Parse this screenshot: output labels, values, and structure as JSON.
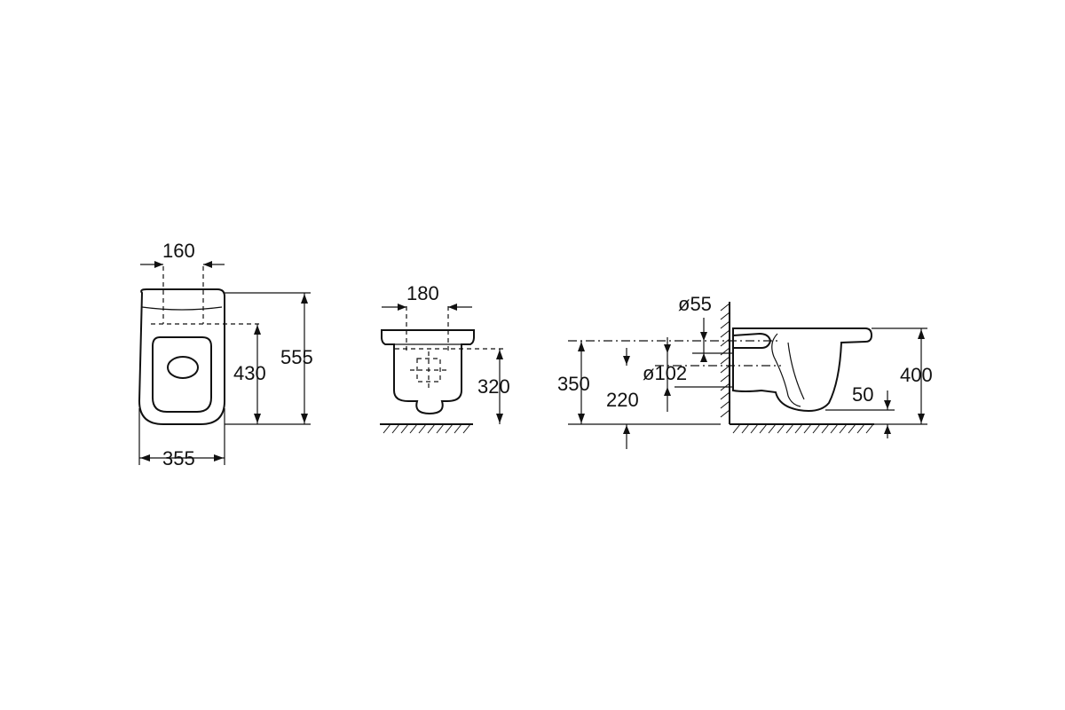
{
  "diagram": {
    "colors": {
      "line": "#111111",
      "background": "#ffffff"
    },
    "top_view": {
      "hole_spacing": "160",
      "total_depth": "555",
      "hole_to_front": "430",
      "width": "355"
    },
    "front_view": {
      "hole_spacing": "180",
      "height_to_holes": "320"
    },
    "side_view": {
      "waste_diameter": "ø55",
      "inlet_diameter": "ø102",
      "inlet_axis_height": "350",
      "waste_axis_height": "220",
      "rim_height": "400",
      "offset": "50"
    }
  }
}
